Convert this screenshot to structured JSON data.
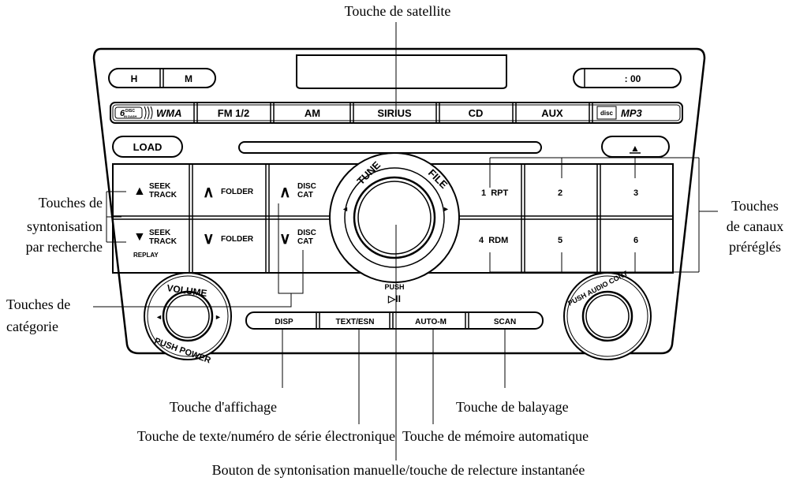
{
  "panel": {
    "hour_button": "H",
    "minute_button": "M",
    "clock_button": ": 00",
    "disc_badge_top": "6",
    "disc_badge_small1": "DISC",
    "disc_badge_small2": "IN DASH",
    "wma_logo": "WMA",
    "sources": [
      "FM 1/2",
      "AM",
      "SIRIUS",
      "CD",
      "AUX"
    ],
    "mp3_logo_disc": "disc",
    "mp3_logo": "MP3",
    "load_button": "LOAD",
    "eject_symbol": "▲",
    "seek_up": {
      "arrow": "▲",
      "line1": "SEEK",
      "line2": "TRACK"
    },
    "seek_down": {
      "arrow": "▼",
      "line1": "SEEK",
      "line2": "TRACK",
      "sub": "REPLAY"
    },
    "folder_up": {
      "arrow": "∧",
      "label": "FOLDER"
    },
    "folder_down": {
      "arrow": "∨",
      "label": "FOLDER"
    },
    "disc_up": {
      "arrow": "∧",
      "line1": "DISC",
      "line2": "CAT"
    },
    "disc_down": {
      "arrow": "∨",
      "line1": "DISC",
      "line2": "CAT"
    },
    "tune_label": "TUNE",
    "file_label": "FILE",
    "push_label": "PUSH",
    "play_pause_symbol": "▷II",
    "presets": [
      "1  RPT",
      "2",
      "3",
      "4  RDM",
      "5",
      "6"
    ],
    "volume_label": "VOLUME",
    "push_power_label": "PUSH POWER",
    "audio_cont_label": "PUSH AUDIO CONT",
    "bottom_buttons": [
      "DISP",
      "TEXT/ESN",
      "AUTO-M",
      "SCAN"
    ]
  },
  "callouts": {
    "satellite": "Touche de satellite",
    "seek_line1": "Touches de",
    "seek_line2": "syntonisation",
    "seek_line3": "par recherche",
    "category_line1": "Touches de",
    "category_line2": "catégorie",
    "presets_line1": "Touches",
    "presets_line2": "de canaux",
    "presets_line3": "préréglés",
    "display": "Touche d'affichage",
    "scan": "Touche de balayage",
    "text_esn": "Touche de texte/numéro de série électronique",
    "auto_memory": "Touche de mémoire automatique",
    "tune_knob": "Bouton de syntonisation manuelle/touche de relecture instantanée"
  }
}
